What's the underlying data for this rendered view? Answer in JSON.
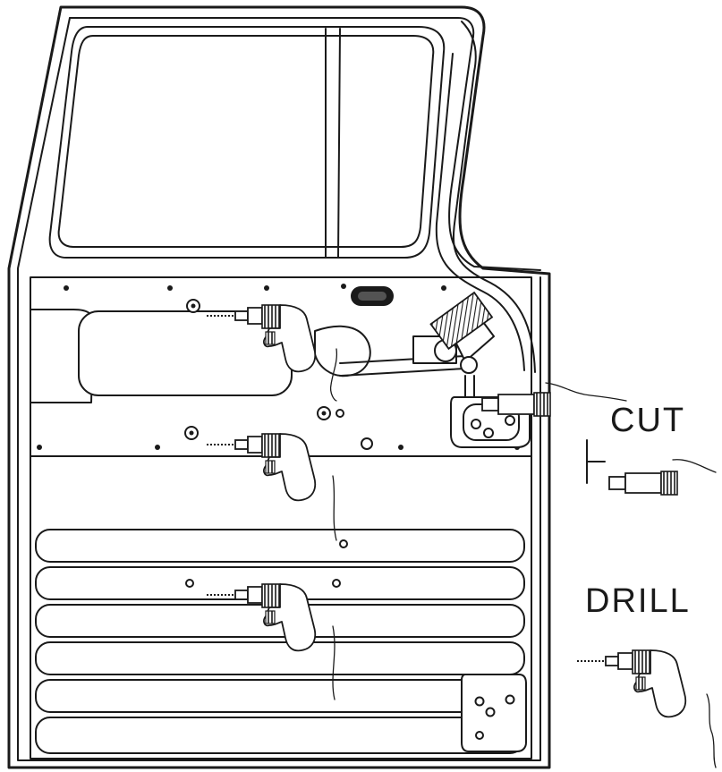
{
  "labels": {
    "cut": "CUT",
    "drill": "DRILL"
  },
  "tools": [
    {
      "name": "drill",
      "role": "placed-on-door",
      "count": 3
    },
    {
      "name": "cutter",
      "role": "placed-on-door",
      "count": 1
    }
  ],
  "legend": [
    {
      "id": "cut",
      "icon": "cutter-icon"
    },
    {
      "id": "drill",
      "icon": "drill-icon"
    }
  ],
  "colors": {
    "ink": "#1a1a1a",
    "paper": "#ffffff"
  }
}
